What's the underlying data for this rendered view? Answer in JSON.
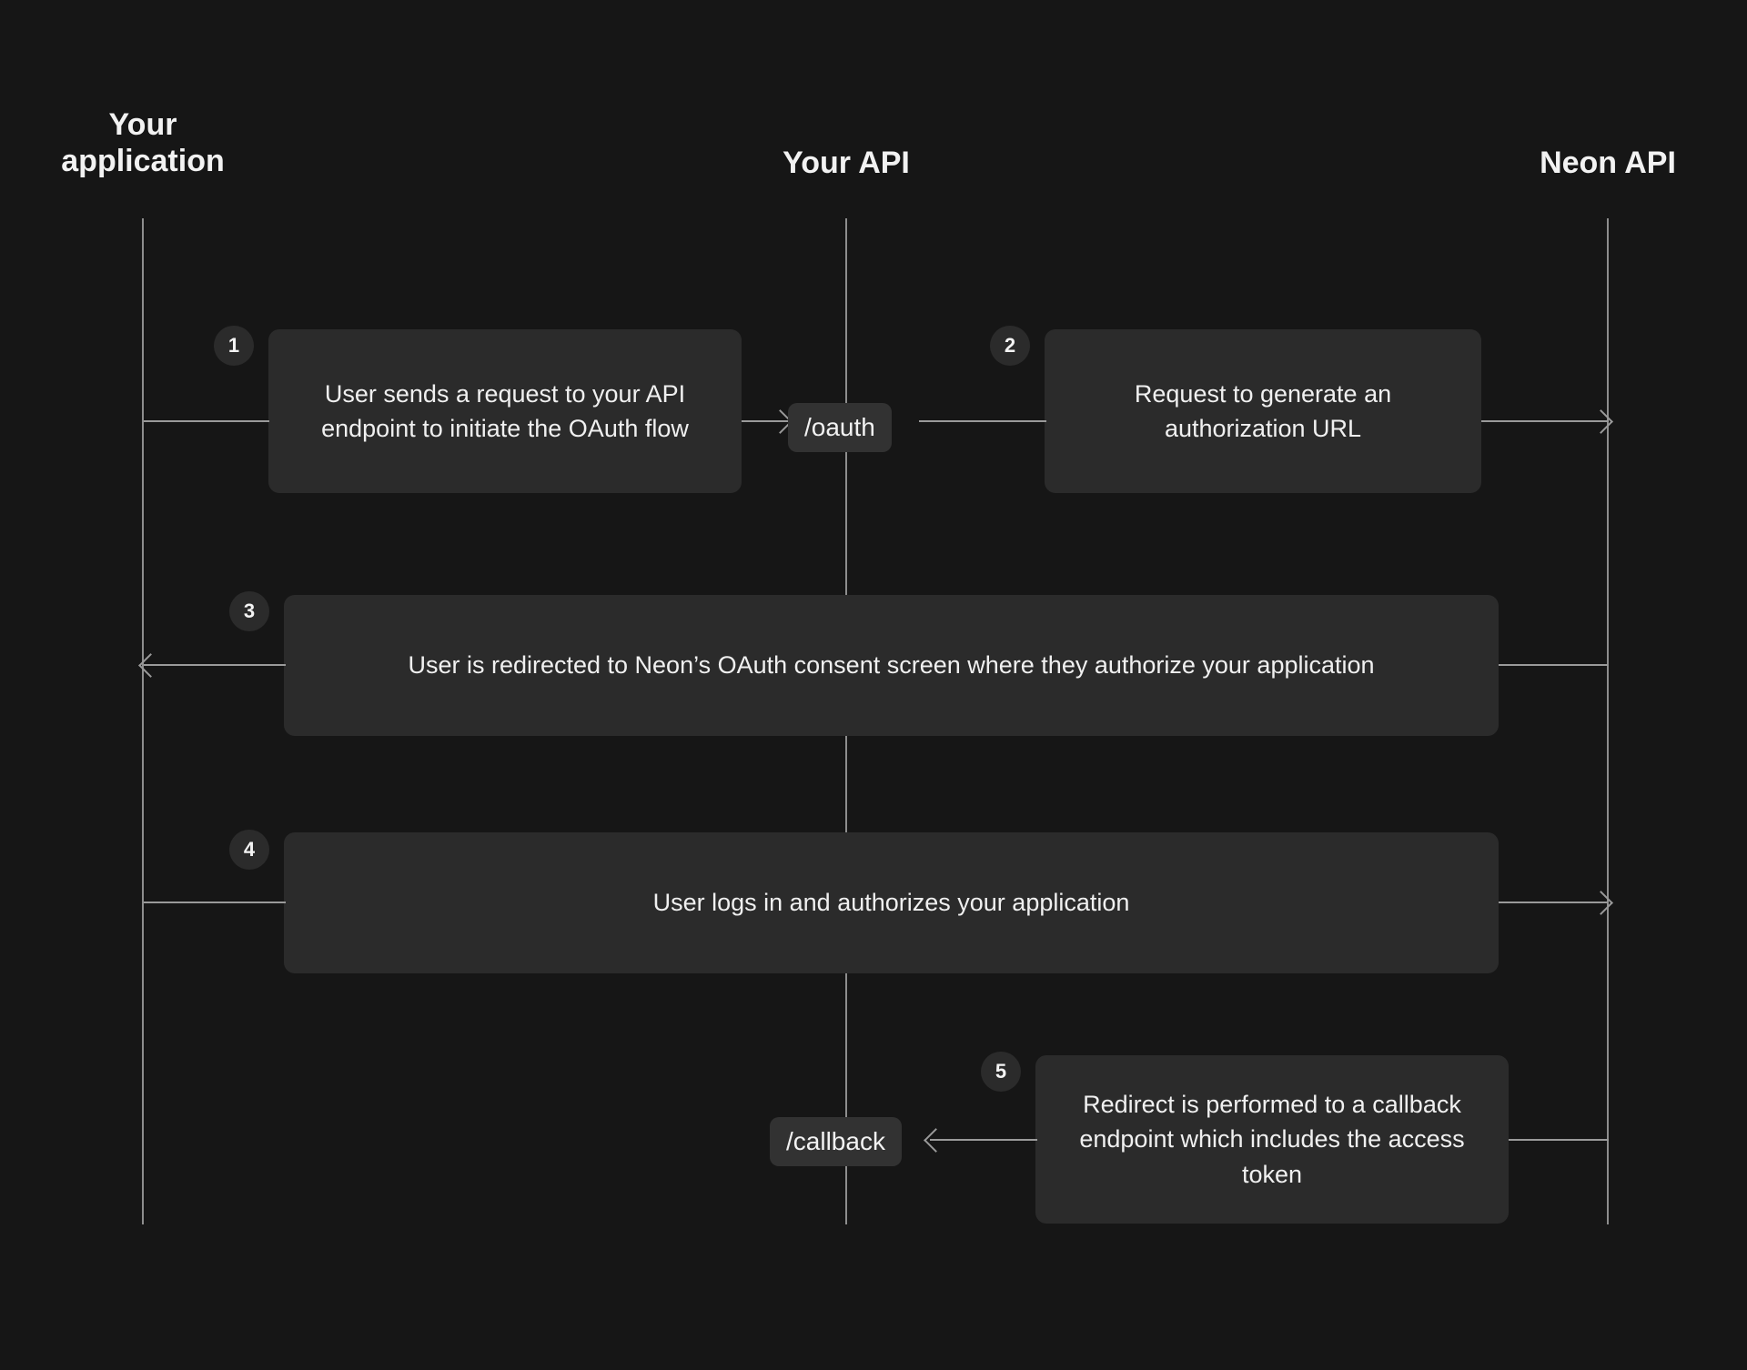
{
  "diagram": {
    "title": "Neon OAuth flow sequence diagram",
    "background_color": "#161616",
    "box_color": "#2b2b2b",
    "line_color": "#9a9a9a",
    "text_color": "#f0f0f0"
  },
  "lanes": [
    {
      "id": "your-application",
      "label": "Your\napplication"
    },
    {
      "id": "your-api",
      "label": "Your API"
    },
    {
      "id": "neon-api",
      "label": "Neon API"
    }
  ],
  "steps": [
    {
      "number": "1",
      "text": "User sends a request to your API endpoint to initiate the OAuth flow"
    },
    {
      "number": "2",
      "text": "Request to generate an authorization URL"
    },
    {
      "number": "3",
      "text": "User is redirected to Neon’s OAuth consent screen where they authorize your application"
    },
    {
      "number": "4",
      "text": "User logs in and authorizes your application"
    },
    {
      "number": "5",
      "text": "Redirect is performed to a callback endpoint which includes the access token"
    }
  ],
  "endpoints": [
    {
      "id": "oauth",
      "label": "/oauth"
    },
    {
      "id": "callback",
      "label": "/callback"
    }
  ]
}
